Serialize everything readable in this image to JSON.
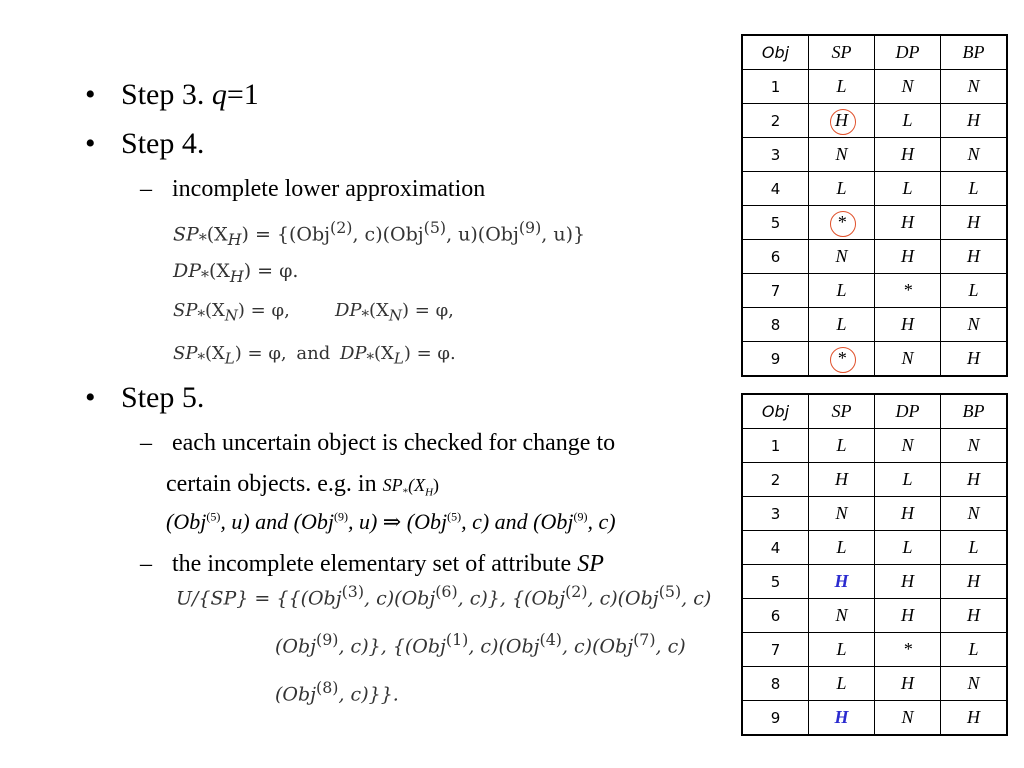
{
  "bullets": {
    "step3_label": "Step 3.",
    "step3_var": "q",
    "step3_value": "=1",
    "step4": "Step 4.",
    "step5": "Step 5."
  },
  "step4": {
    "sub1": "incomplete lower approximation",
    "math": {
      "l1_sp": "SP",
      "l1_arg": "(X",
      "l1_argsub": "H",
      "l1_eq": ") = {(Obj",
      "l1_r1": "(2)",
      "l1_t1": ", c)(Obj",
      "l1_r2": "(5)",
      "l1_t2": ", u)(Obj",
      "l1_r3": "(9)",
      "l1_t3": ", u)}",
      "l2_dp": "DP",
      "l2_arg": "(X",
      "l2_argsub": "H",
      "l2_eq": ") = φ.",
      "l3a_sp": "SP",
      "l3a_arg": "(X",
      "l3a_argsub": "N",
      "l3a_eq": ") = φ,",
      "l3b_dp": "DP",
      "l3b_arg": "(X",
      "l3b_argsub": "N",
      "l3b_eq": ") = φ,",
      "l4_sp": "SP",
      "l4_arg": "(X",
      "l4_argsub": "L",
      "l4_eq": ") = φ,",
      "l4_and": "and",
      "l4_dp": "DP",
      "l4_arg2": "(X",
      "l4_argsub2": "L",
      "l4_eq2": ") = φ."
    }
  },
  "step5": {
    "sub1_line1": "each uncertain object is checked for change to",
    "sub1_line2": "certain objects. e.g. in",
    "sub1_sp": "SP",
    "sub1_arg": "(X",
    "sub1_argsub": "H",
    "sub1_close": ")",
    "impl": {
      "p1": "(Obj",
      "s1": "(5)",
      "p2": ", u) and (Obj",
      "s2": "(9)",
      "p3": ", u) ⇒ (Obj",
      "s3": "(5)",
      "p4": ", c) and (Obj",
      "s4": "(9)",
      "p5": ", c)"
    },
    "sub2_text": "the incomplete elementary set of attribute",
    "sub2_attr": "SP",
    "set": {
      "l1_pre": "U/{SP} = {{(Obj",
      "l1_s1": "(3)",
      "l1_t1": ", c)(Obj",
      "l1_s2": "(6)",
      "l1_t2": ", c)}, {(Obj",
      "l1_s3": "(2)",
      "l1_t3": ", c)(Obj",
      "l1_s4": "(5)",
      "l1_t4": ", c)",
      "l2_pre": "(Obj",
      "l2_s1": "(9)",
      "l2_t1": ", c)}, {(Obj",
      "l2_s2": "(1)",
      "l2_t2": ", c)(Obj",
      "l2_s3": "(4)",
      "l2_t3": ", c)(Obj",
      "l2_s4": "(7)",
      "l2_t4": ", c)",
      "l3_pre": "(Obj",
      "l3_s1": "(8)",
      "l3_t1": ", c)}}."
    }
  },
  "table1": {
    "headers": [
      "Obj",
      "SP",
      "DP",
      "BP"
    ],
    "rows": [
      [
        "1",
        "L",
        "N",
        "N"
      ],
      [
        "2",
        "H",
        "L",
        "H"
      ],
      [
        "3",
        "N",
        "H",
        "N"
      ],
      [
        "4",
        "L",
        "L",
        "L"
      ],
      [
        "5",
        "*",
        "H",
        "H"
      ],
      [
        "6",
        "N",
        "H",
        "H"
      ],
      [
        "7",
        "L",
        "*",
        "L"
      ],
      [
        "8",
        "L",
        "H",
        "N"
      ],
      [
        "9",
        "*",
        "N",
        "H"
      ]
    ]
  },
  "table2": {
    "headers": [
      "Obj",
      "SP",
      "DP",
      "BP"
    ],
    "rows": [
      [
        "1",
        "L",
        "N",
        "N"
      ],
      [
        "2",
        "H",
        "L",
        "H"
      ],
      [
        "3",
        "N",
        "H",
        "N"
      ],
      [
        "4",
        "L",
        "L",
        "L"
      ],
      [
        "5",
        "H",
        "H",
        "H"
      ],
      [
        "6",
        "N",
        "H",
        "H"
      ],
      [
        "7",
        "L",
        "*",
        "L"
      ],
      [
        "8",
        "L",
        "H",
        "N"
      ],
      [
        "9",
        "H",
        "N",
        "H"
      ]
    ]
  },
  "colors": {
    "circle": "#e0502a",
    "highlight": "#2b2bcf"
  }
}
